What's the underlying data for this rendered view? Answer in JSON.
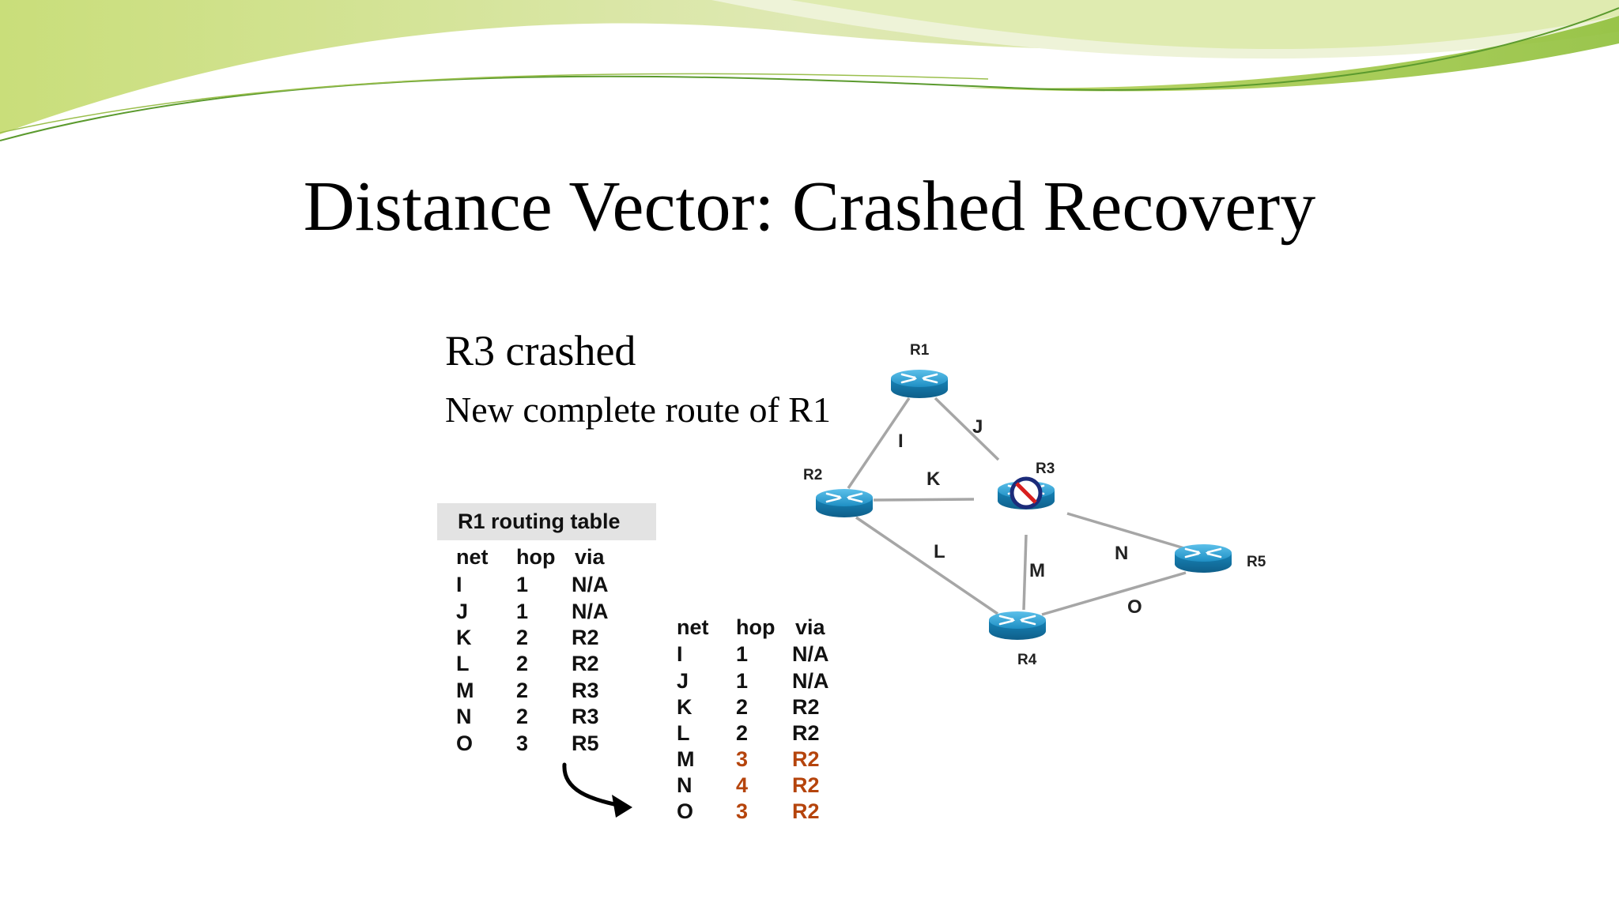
{
  "slide": {
    "title": "Distance Vector: Crashed Recovery",
    "subtitle_1": "R3 crashed",
    "subtitle_2": "New complete route of R1"
  },
  "routing_table": {
    "header": "R1 routing table",
    "columns": [
      "net",
      "hop",
      "via"
    ],
    "rows": [
      {
        "net": "I",
        "hop": "1",
        "via": "N/A"
      },
      {
        "net": "J",
        "hop": "1",
        "via": "N/A"
      },
      {
        "net": "K",
        "hop": "2",
        "via": "R2"
      },
      {
        "net": "L",
        "hop": "2",
        "via": "R2"
      },
      {
        "net": "M",
        "hop": "2",
        "via": "R3"
      },
      {
        "net": "N",
        "hop": "2",
        "via": "R3"
      },
      {
        "net": "O",
        "hop": "3",
        "via": "R5"
      }
    ]
  },
  "new_table": {
    "columns": [
      "net",
      "hop",
      "via"
    ],
    "rows": [
      {
        "net": "I",
        "hop": "1",
        "via": "N/A",
        "changed": false
      },
      {
        "net": "J",
        "hop": "1",
        "via": "N/A",
        "changed": false
      },
      {
        "net": "K",
        "hop": "2",
        "via": "R2",
        "changed": false
      },
      {
        "net": "L",
        "hop": "2",
        "via": "R2",
        "changed": false
      },
      {
        "net": "M",
        "hop": "3",
        "via": "R2",
        "changed": true
      },
      {
        "net": "N",
        "hop": "4",
        "via": "R2",
        "changed": true
      },
      {
        "net": "O",
        "hop": "3",
        "via": "R2",
        "changed": true
      }
    ]
  },
  "network": {
    "routers": [
      "R1",
      "R2",
      "R3",
      "R4",
      "R5"
    ],
    "links": [
      {
        "label": "I",
        "from": "R1",
        "to": "R2"
      },
      {
        "label": "J",
        "from": "R1",
        "to": "R3"
      },
      {
        "label": "K",
        "from": "R2",
        "to": "R3"
      },
      {
        "label": "L",
        "from": "R2",
        "to": "R4"
      },
      {
        "label": "M",
        "from": "R3",
        "to": "R4"
      },
      {
        "label": "N",
        "from": "R3",
        "to": "R5"
      },
      {
        "label": "O",
        "from": "R4",
        "to": "R5"
      }
    ],
    "crashed_router": "R3"
  },
  "colors": {
    "changed_value": "#b5440c",
    "router_blue": "#1f8fc4",
    "banner_green": "#a9cc4a"
  }
}
